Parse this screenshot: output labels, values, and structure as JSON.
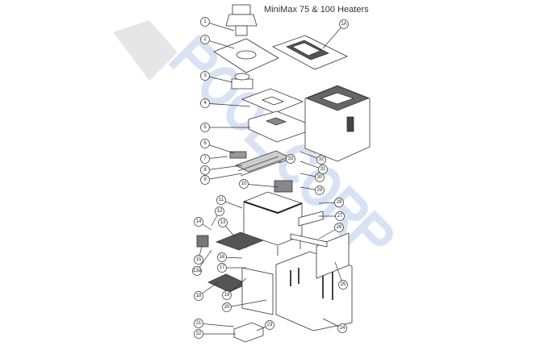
{
  "title": "MiniMax 75 & 100 Heaters",
  "watermark": "POOLCORP",
  "watermark_color": "#b9cbe8",
  "logo_color": "#d6d6d6",
  "callouts": [
    "1",
    "1A",
    "2",
    "3",
    "4",
    "5",
    "6",
    "7",
    "8",
    "9",
    "10",
    "11",
    "12",
    "13",
    "13a",
    "14",
    "15",
    "16",
    "17",
    "18",
    "19",
    "20",
    "21",
    "22",
    "23",
    "24",
    "25",
    "26",
    "27",
    "28",
    "29",
    "30",
    "31",
    "32",
    "33"
  ]
}
